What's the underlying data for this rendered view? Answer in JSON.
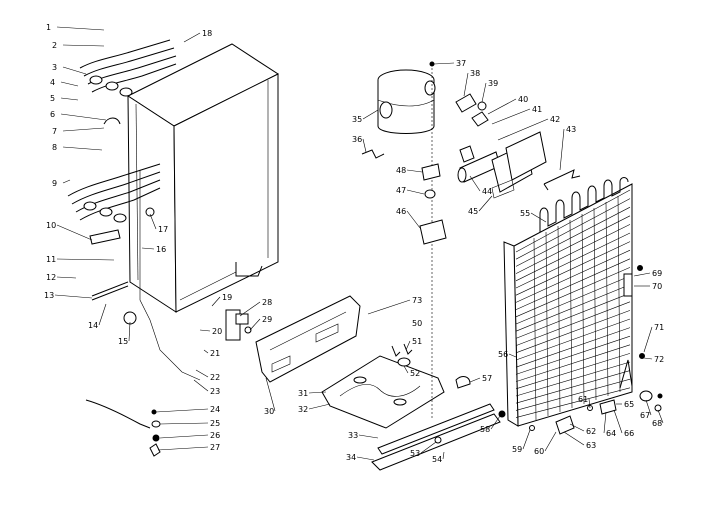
{
  "diagram": {
    "callouts": [
      "1",
      "2",
      "3",
      "4",
      "5",
      "6",
      "7",
      "8",
      "9",
      "10",
      "11",
      "12",
      "13",
      "14",
      "15",
      "16",
      "17",
      "18",
      "19",
      "20",
      "21",
      "22",
      "23",
      "24",
      "25",
      "26",
      "27",
      "28",
      "29",
      "30",
      "31",
      "32",
      "33",
      "34",
      "35",
      "36",
      "37",
      "38",
      "39",
      "40",
      "41",
      "42",
      "43",
      "44",
      "45",
      "46",
      "47",
      "48",
      "50",
      "51",
      "52",
      "53",
      "54",
      "55",
      "56",
      "57",
      "58",
      "59",
      "60",
      "61",
      "62",
      "63",
      "64",
      "65",
      "66",
      "67",
      "68",
      "69",
      "70",
      "71",
      "72",
      "73"
    ]
  }
}
